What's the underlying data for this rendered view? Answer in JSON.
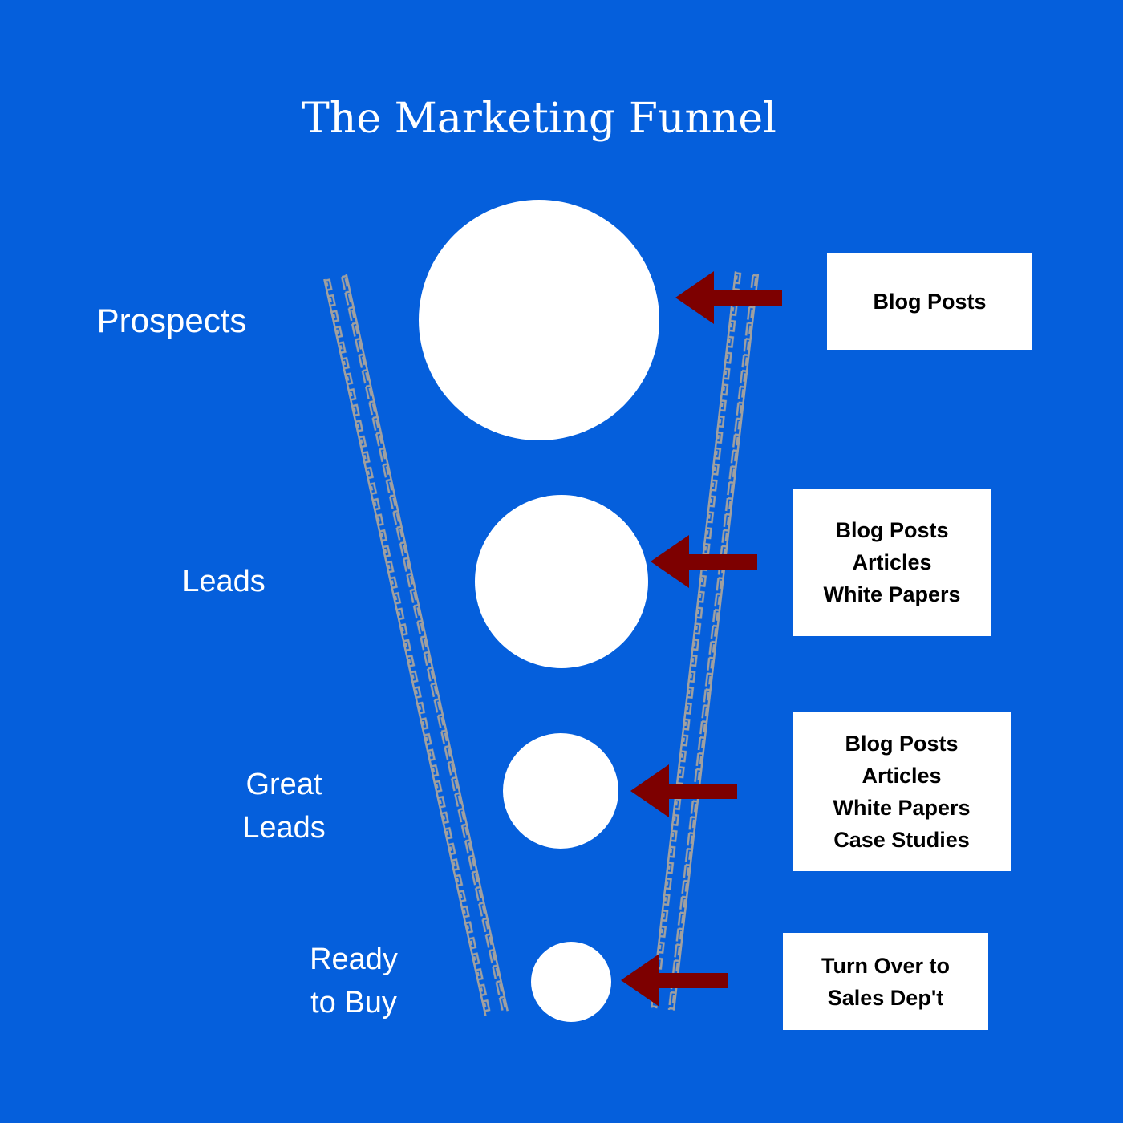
{
  "title": "The Marketing Funnel",
  "colors": {
    "background": "#055fdc",
    "arrow": "#7d0000",
    "border": "#a0a0a0",
    "circle": "#ffffff",
    "box": "#ffffff"
  },
  "stages": [
    {
      "label_lines": [
        "Prospects"
      ],
      "content_lines": [
        "Blog Posts"
      ]
    },
    {
      "label_lines": [
        "Leads"
      ],
      "content_lines": [
        "Blog Posts",
        "Articles",
        "White Papers"
      ]
    },
    {
      "label_lines": [
        "Great",
        "Leads"
      ],
      "content_lines": [
        "Blog Posts",
        "Articles",
        "White Papers",
        "Case Studies"
      ]
    },
    {
      "label_lines": [
        "Ready",
        "to Buy"
      ],
      "content_lines": [
        "Turn Over to",
        "Sales Dep't"
      ]
    }
  ]
}
